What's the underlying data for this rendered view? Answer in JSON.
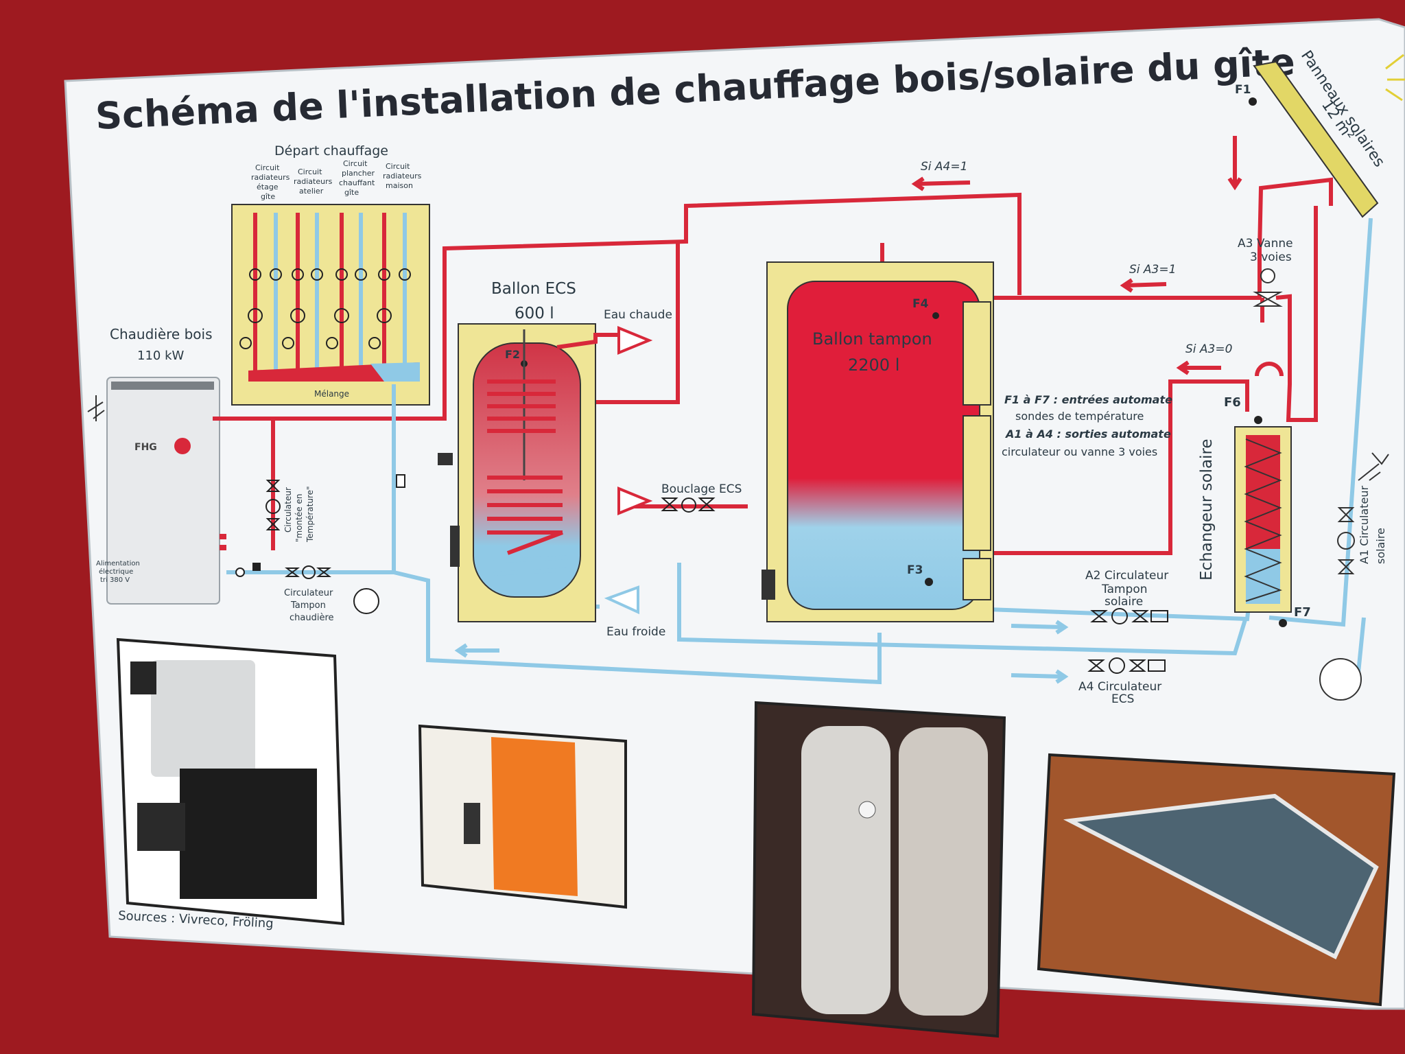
{
  "title": "Schéma de l'installation de chauffage bois/solaire du gîte",
  "labels": {
    "depart_chauffage": "Départ chauffage",
    "circuit1": [
      "Circuit",
      "radiateurs",
      "étage",
      "gîte"
    ],
    "circuit2": [
      "Circuit",
      "radiateurs",
      "atelier"
    ],
    "circuit3": [
      "Circuit",
      "plancher",
      "chauffant",
      "gîte"
    ],
    "circuit4": [
      "Circuit",
      "radiateurs",
      "maison"
    ],
    "melange": "Mélange",
    "chaudiere": [
      "Chaudière bois",
      "110 kW"
    ],
    "chaudiere_brand": "FHG",
    "alimentation": [
      "Alimentation",
      "électrique",
      "tri 380 V"
    ],
    "circ_montee": [
      "Circulateur",
      "\"montée en",
      "Température\""
    ],
    "circ_tampon_chaudiere": [
      "Circulateur",
      "Tampon",
      "chaudière"
    ],
    "ballon_ecs": [
      "Ballon ECS",
      "600 l"
    ],
    "eau_chaude": "Eau chaude",
    "eau_froide": "Eau froide",
    "bouclage": "Bouclage ECS",
    "ballon_tampon": [
      "Ballon tampon",
      "2200 l"
    ],
    "f1": "F1",
    "f2": "F2",
    "f3": "F3",
    "f4": "F4",
    "f6": "F6",
    "f7": "F7",
    "si_a4_1": "Si A4=1",
    "si_a3_1": "Si A3=1",
    "si_a3_0": "Si A3=0",
    "a3_vanne": [
      "A3 Vanne",
      "3 voies"
    ],
    "panneaux": [
      "Panneaux solaires",
      "12 m²"
    ],
    "legend1_bold": "F1 à F7 : entrées automate",
    "legend1": "sondes de température",
    "legend2_bold": "A1 à A4 : sorties automate",
    "legend2": "circulateur ou vanne 3 voies",
    "echangeur": "Echangeur solaire",
    "a1": "A1 Circulateur",
    "a1_2": "solaire",
    "a2": [
      "A2 Circulateur",
      "Tampon",
      "solaire"
    ],
    "a4": [
      "A4 Circulateur",
      "ECS"
    ],
    "sources": "Sources : Vivreco, Fröling"
  },
  "colors": {
    "hot": "#d8283a",
    "cold": "#8fc9e6",
    "frame": "#9e1a20",
    "insulation": "#efe596",
    "panel": "#e2d766"
  }
}
